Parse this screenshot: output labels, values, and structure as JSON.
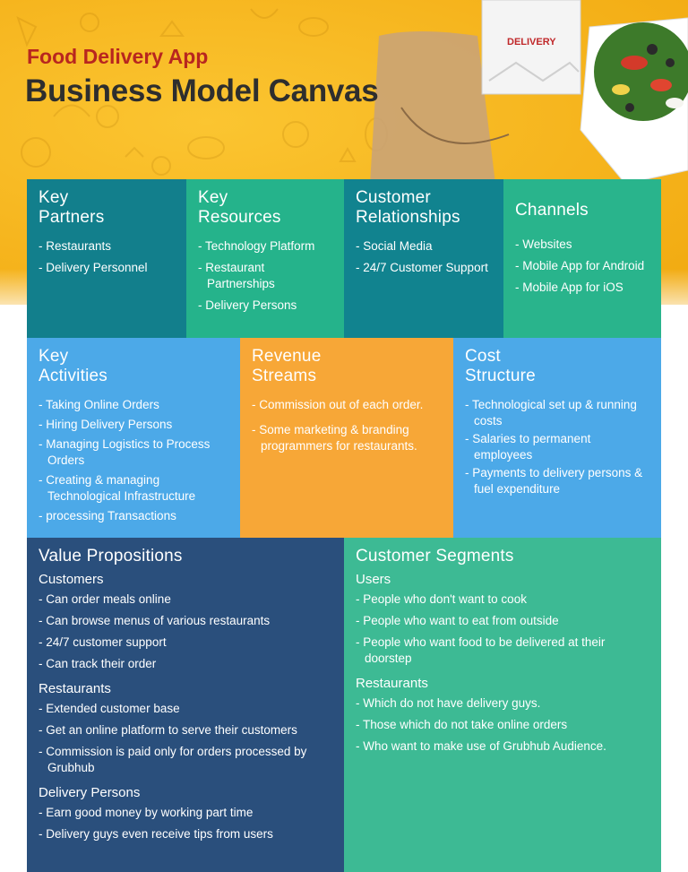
{
  "header": {
    "subtitle": "Food Delivery App",
    "title": "Business Model Canvas",
    "photo_label": "DELIVERY"
  },
  "canvas": {
    "key_partners": {
      "title_line1": "Key",
      "title_line2": "Partners",
      "items": [
        "Restaurants",
        "Delivery Personnel"
      ]
    },
    "key_resources": {
      "title_line1": "Key",
      "title_line2": "Resources",
      "items": [
        "Technology Platform",
        "Restaurant Partnerships",
        "Delivery Persons"
      ]
    },
    "customer_relationships": {
      "title_line1": "Customer",
      "title_line2": "Relationships",
      "items": [
        "Social Media",
        "24/7 Customer Support"
      ]
    },
    "channels": {
      "title": "Channels",
      "items": [
        "Websites",
        "Mobile App for Android",
        "Mobile App for iOS"
      ]
    },
    "key_activities": {
      "title_line1": "Key",
      "title_line2": "Activities",
      "items": [
        "Taking Online Orders",
        "Hiring Delivery Persons",
        "Managing Logistics to Process Orders",
        "Creating & managing Technological Infrastructure",
        "processing Transactions"
      ]
    },
    "revenue_streams": {
      "title_line1": "Revenue",
      "title_line2": "Streams",
      "items": [
        "Commission out of each order.",
        "Some marketing & branding programmers for restaurants."
      ]
    },
    "cost_structure": {
      "title_line1": "Cost",
      "title_line2": "Structure",
      "items": [
        "Technological set up & running costs",
        "Salaries to permanent employees",
        "Payments to delivery persons & fuel expenditure"
      ]
    },
    "value_propositions": {
      "title": "Value Propositions",
      "groups": [
        {
          "heading": "Customers",
          "items": [
            "Can order meals online",
            "Can browse menus of various restaurants",
            "24/7 customer support",
            "Can track their order"
          ]
        },
        {
          "heading": "Restaurants",
          "items": [
            "Extended customer base",
            "Get an online platform to serve their customers",
            "Commission is paid only for orders processed by Grubhub"
          ]
        },
        {
          "heading": "Delivery Persons",
          "items": [
            "Earn good money by working part time",
            "Delivery guys even receive tips from users"
          ]
        }
      ]
    },
    "customer_segments": {
      "title": "Customer Segments",
      "groups": [
        {
          "heading": "Users",
          "items": [
            "People who don't want to cook",
            "People who want to eat from outside",
            "People who want food to be delivered at their doorstep"
          ]
        },
        {
          "heading": "Restaurants",
          "items": [
            "Which do not have delivery guys.",
            "Those which do not take online orders",
            "Who want to make use of Grubhub Audience."
          ]
        }
      ]
    }
  },
  "colors": {
    "key_partners": "#127f8c",
    "key_resources": "#25b38b",
    "customer_relationships": "#11838f",
    "channels": "#29b48c",
    "key_activities": "#4ca9e8",
    "revenue_streams": "#f7a737",
    "cost_structure": "#4ca9e8",
    "value_propositions": "#2a4f7c",
    "customer_segments": "#3dba94",
    "hero_background": "#f6b51e",
    "subtitle": "#b8261f"
  }
}
